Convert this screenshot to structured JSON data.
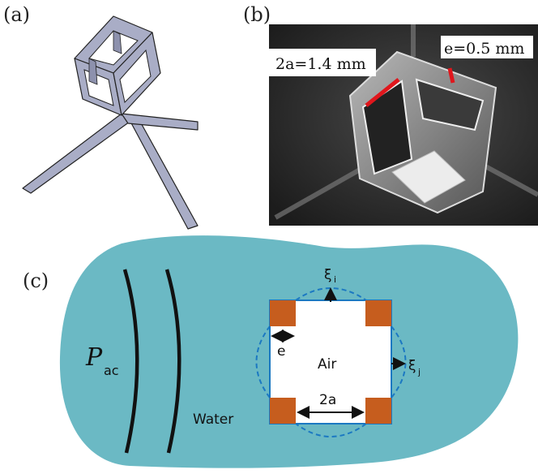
{
  "panels": {
    "a": "(a)",
    "b": "(b)",
    "c": "(c)"
  },
  "photo": {
    "label_2a": "2a=1.4 mm",
    "label_e": "e=0.5 mm"
  },
  "diagram": {
    "pressure_symbol": "P",
    "pressure_sub": "ac",
    "water": "Water",
    "air": "Air",
    "e": "e",
    "two_a": "2a",
    "xi_top": "ξ",
    "xi_top_sub": "i",
    "xi_right": "ξ",
    "xi_right_sub": "j"
  },
  "colors": {
    "water": "#6bb9c4",
    "air": "#ffffff",
    "corner": "#c65d1e",
    "outline": "#1b78c2",
    "photo_bg": "#2b2b2b",
    "marker": "#e0161c",
    "frame": "#a9adc6"
  }
}
